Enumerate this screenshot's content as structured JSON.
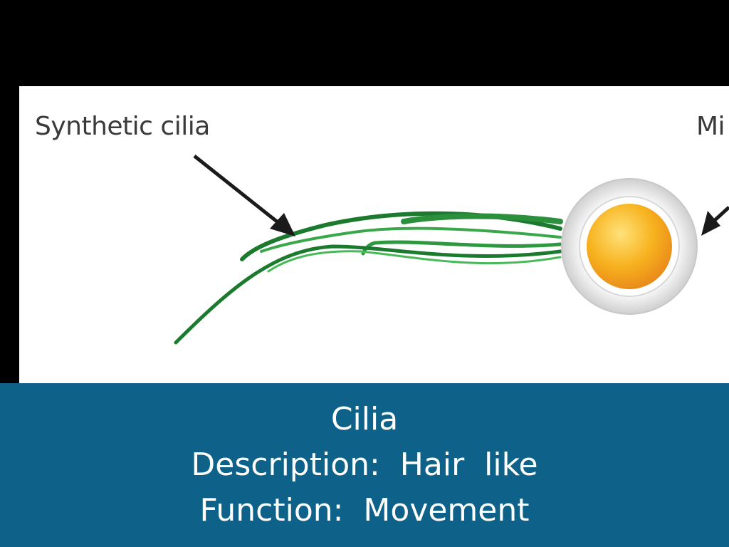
{
  "figure": {
    "label_left": "Synthetic cilia",
    "label_right": "Mi",
    "colors": {
      "cilia_dark": "#1c7a2e",
      "cilia_light": "#3aa84a",
      "sphere_core": "#f5a623",
      "sphere_ring": "#e6e6e6",
      "arrow": "#1a1a1a"
    },
    "icons": [
      "arrow-icon",
      "cilia-illustration",
      "microsphere-icon"
    ]
  },
  "caption": {
    "title": "Cilia",
    "description": "Description:  Hair  like",
    "function": "Function:  Movement"
  },
  "colors": {
    "background": "#000000",
    "caption_bar": "#0e6289",
    "caption_text": "#ffffff"
  }
}
